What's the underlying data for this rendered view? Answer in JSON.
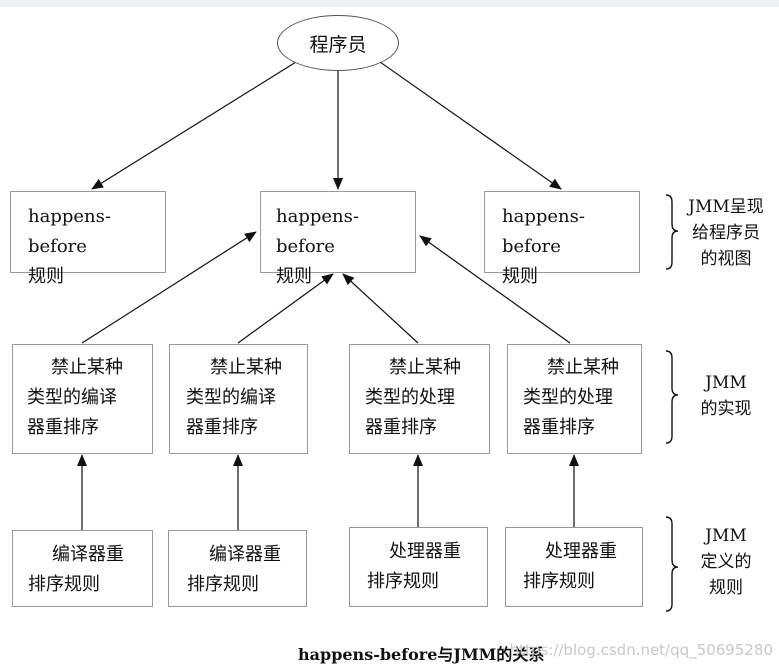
{
  "diagram": {
    "root": "程序员",
    "rules": [
      {
        "line1": "happens-before",
        "line2": "规则"
      },
      {
        "line1": "happens-before",
        "line2": "规则"
      },
      {
        "line1": "happens-before",
        "line2": "规则"
      }
    ],
    "prohibit": [
      {
        "line1": "禁止某种",
        "line2": "类型的编译",
        "line3": "器重排序"
      },
      {
        "line1": "禁止某种",
        "line2": "类型的编译",
        "line3": "器重排序"
      },
      {
        "line1": "禁止某种",
        "line2": "类型的处理",
        "line3": "器重排序"
      },
      {
        "line1": "禁止某种",
        "line2": "类型的处理",
        "line3": "器重排序"
      }
    ],
    "reorder": [
      {
        "line1": "编译器重",
        "line2": "排序规则"
      },
      {
        "line1": "编译器重",
        "line2": "排序规则"
      },
      {
        "line1": "处理器重",
        "line2": "排序规则"
      },
      {
        "line1": "处理器重",
        "line2": "排序规则"
      }
    ],
    "side_labels": [
      {
        "line1": "JMM呈现",
        "line2": "给程序员",
        "line3": "的视图"
      },
      {
        "line1": "JMM",
        "line2": "的实现"
      },
      {
        "line1": "JMM",
        "line2": "定义的",
        "line3": "规则"
      }
    ],
    "caption": "happens-before与JMM的关系",
    "watermark": "https://blog.csdn.net/qq_50695280"
  }
}
